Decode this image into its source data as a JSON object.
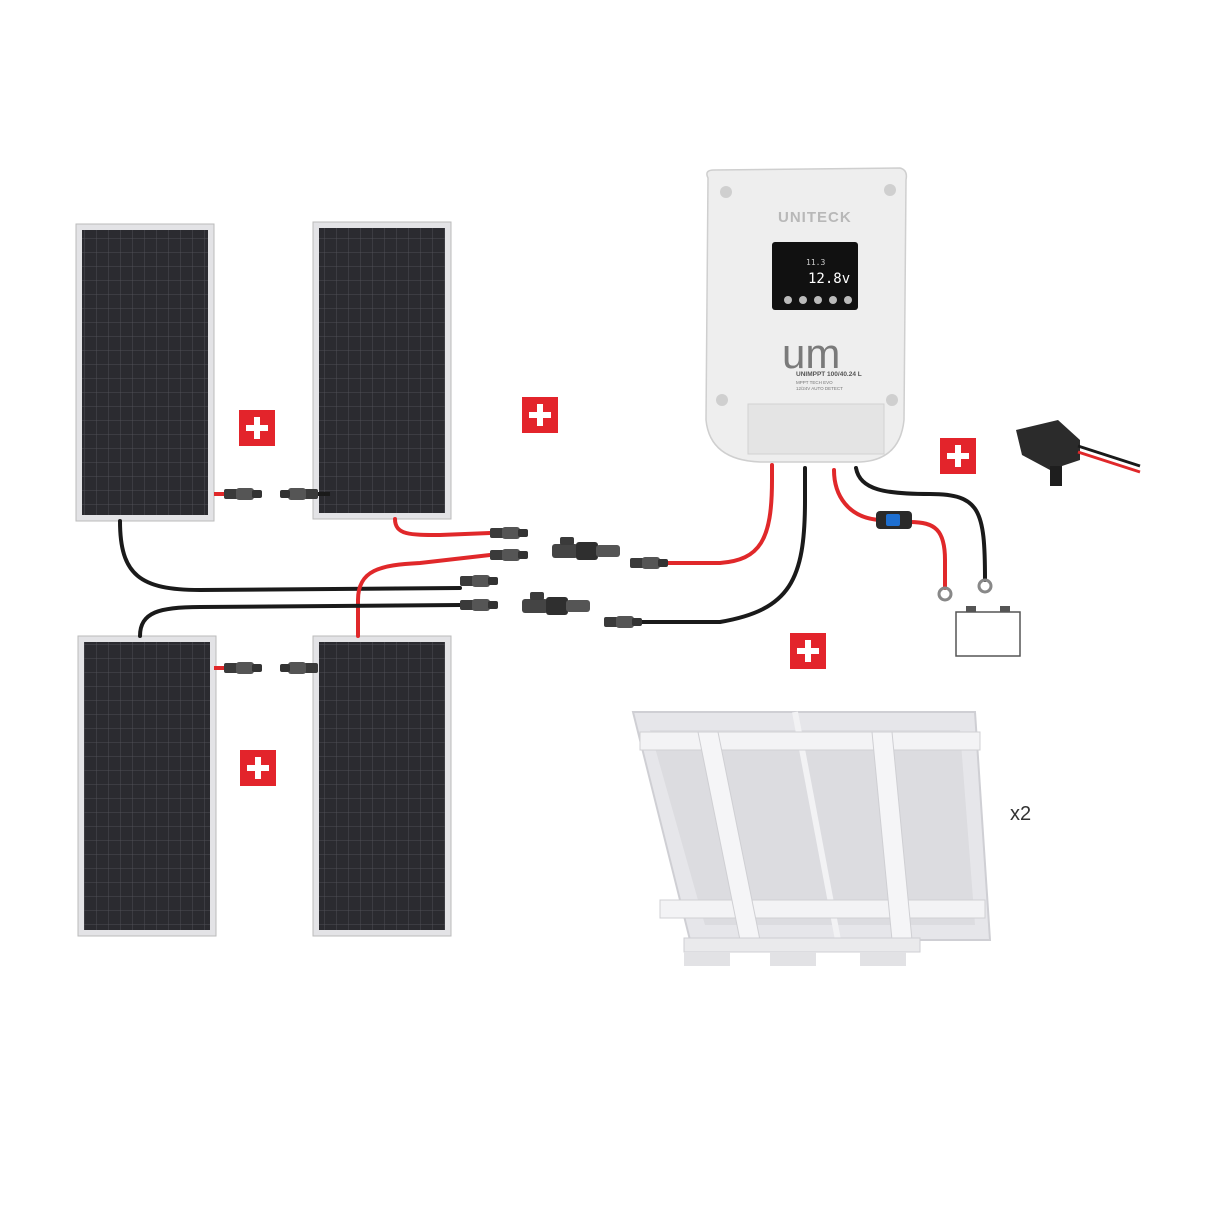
{
  "controller": {
    "brand": "UNITECK",
    "display_small": "11.3",
    "display_voltage": "12.8v",
    "logo": "um",
    "model": "UNIMPPT 100/40.24 L",
    "line1": "MPPT TECH EVO",
    "line2": "12/24V AUTO DETECT"
  },
  "multiplier": "x2",
  "colors": {
    "cable_red": "#e0282a",
    "cable_black": "#1a1a1a",
    "plus_badge": "#e3242b",
    "controller_body": "#eeeeee",
    "panel_cell": "#2b2b30"
  },
  "icons": [
    "solar-panel",
    "plus-badge",
    "charge-controller",
    "battery",
    "fuse-holder",
    "temperature-sensor",
    "mounting-bracket",
    "mc4-connector"
  ]
}
